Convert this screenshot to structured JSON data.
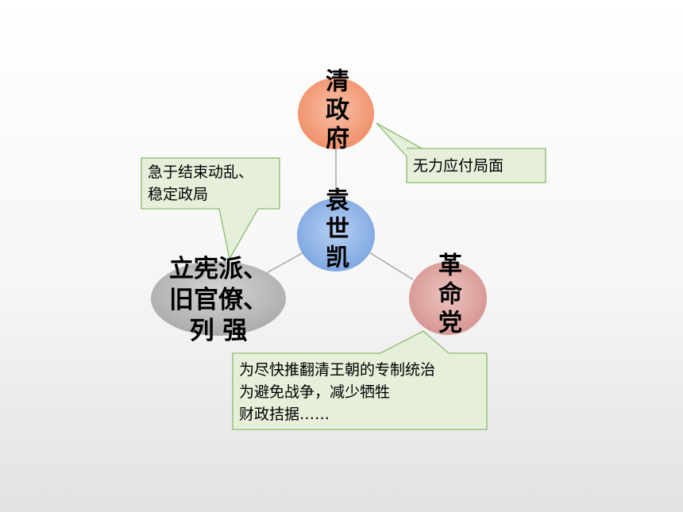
{
  "nodes": {
    "qing": {
      "label": "清政府",
      "color": "#f4a07e"
    },
    "yuan": {
      "label": "袁世凯",
      "color": "#8fb6e8"
    },
    "revolution": {
      "label": "革命党",
      "color": "#deaaa6"
    },
    "constitutional": {
      "label": "立宪派、\n旧官僚、\n列  强",
      "color": "#bdbdbd"
    }
  },
  "callouts": {
    "qing": {
      "text": "无力应付局面"
    },
    "constitutional": {
      "text": "急于结束动乱、\n稳定政局"
    },
    "revolution": {
      "text": "为尽快推翻清王朝的专制统治\n为避免战争，减少牺牲\n财政拮据……"
    }
  },
  "colors": {
    "callout_fill": "#e5efd9",
    "callout_border": "#8dba6c",
    "connector": "#a6a6a6"
  }
}
